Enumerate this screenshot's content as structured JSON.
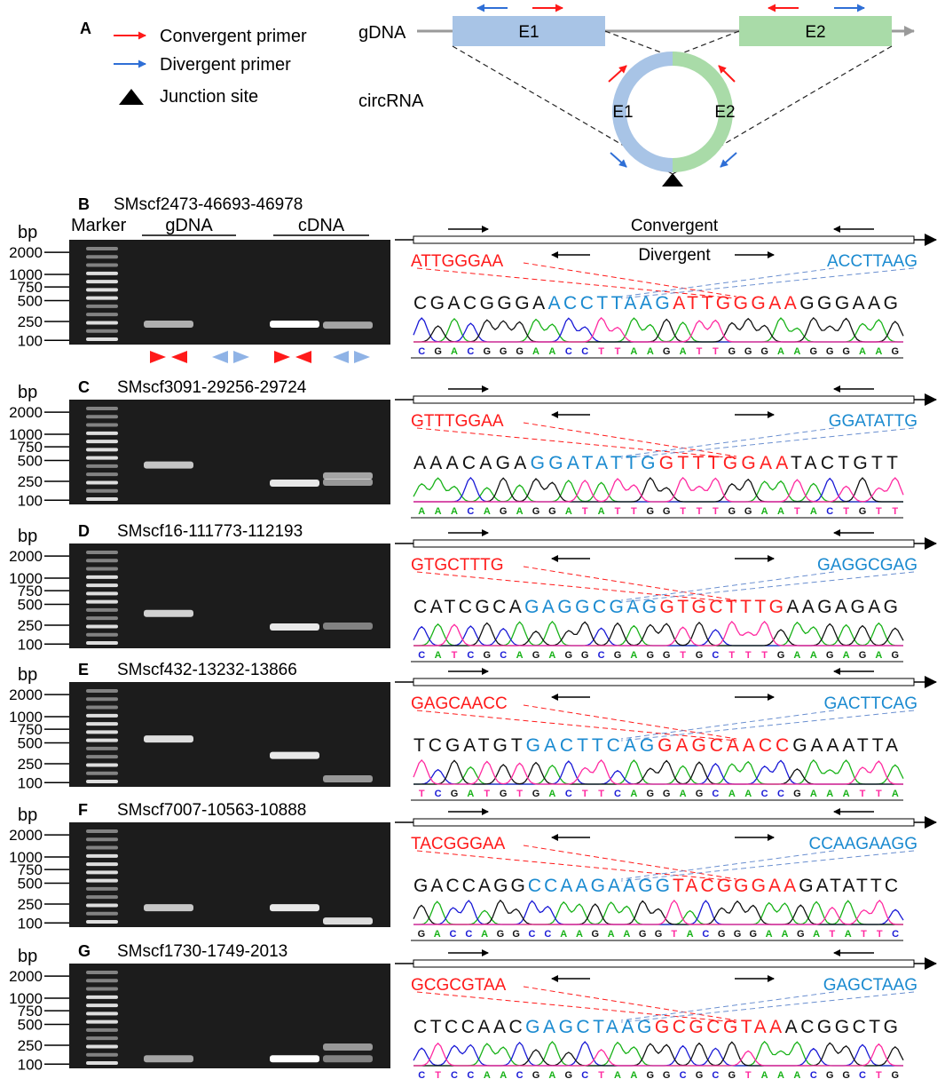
{
  "colors": {
    "convergent": "#ff1a1a",
    "divergent": "#2f6fd6",
    "junction_seq_left": "#1a8ad0",
    "junction_seq_right": "#ff2020",
    "exon1_fill": "#a8c4e6",
    "exon2_fill": "#a9dba8",
    "gel_bg": "#1c1c1c",
    "trace_A": "#18b218",
    "trace_C": "#1a1ad6",
    "trace_G": "#111111",
    "trace_T": "#ff2aa0"
  },
  "panelA": {
    "label": "A",
    "legend": {
      "convergent": "Convergent primer",
      "divergent": "Divergent primer",
      "junction": "Junction site"
    },
    "gdna_label": "gDNA",
    "circrna_label": "circRNA",
    "exon1": "E1",
    "exon2": "E2"
  },
  "shared": {
    "bp_label": "bp",
    "marker_label": "Marker",
    "gdna_label": "gDNA",
    "cdna_label": "cDNA",
    "convergent_label": "Convergent",
    "divergent_label": "Divergent",
    "ladder": [
      "2000",
      "1000",
      "750",
      "500",
      "250",
      "100"
    ]
  },
  "panels": [
    {
      "label": "B",
      "title": "SMscf2473-46693-46978",
      "left_primer": "ATTGGGAA",
      "right_primer": "ACCTTAAG",
      "seq_black_1": "CGACGGGA",
      "seq_blue": "ACCTTAAG",
      "seq_red": "ATTGGGAA",
      "seq_black_2": "GGGAAG",
      "base_calls": "CGACGGGAACCTTAAGATTGGGAAGGGAAG",
      "bands": [
        {
          "lane": "gDNA-convergent",
          "size": 220,
          "intensity": 0.65
        },
        {
          "lane": "cDNA-convergent",
          "size": 220,
          "intensity": 1.0
        },
        {
          "lane": "cDNA-divergent",
          "size": 210,
          "intensity": 0.6
        }
      ]
    },
    {
      "label": "C",
      "title": "SMscf3091-29256-29724",
      "left_primer": "GTTTGGAA",
      "right_primer": "GGATATTG",
      "seq_black_1": "AAACAGA",
      "seq_blue": "GGATATTG",
      "seq_red": "GTTTGGAA",
      "seq_black_2": "TACTGTT",
      "base_calls": "AAACAGAGGATATTGGTTTGGAATACTGTT",
      "bands": [
        {
          "lane": "gDNA-convergent",
          "size": 430,
          "intensity": 0.75
        },
        {
          "lane": "cDNA-convergent",
          "size": 230,
          "intensity": 0.9
        },
        {
          "lane": "cDNA-divergent",
          "size": 300,
          "intensity": 0.6
        },
        {
          "lane": "cDNA-divergent",
          "size": 240,
          "intensity": 0.55
        }
      ]
    },
    {
      "label": "D",
      "title": "SMscf16-111773-112193",
      "left_primer": "GTGCTTTG",
      "right_primer": "GAGGCGAG",
      "seq_black_1": "CATCGCA",
      "seq_blue": "GAGGCGAG",
      "seq_red": "GTGCTTTG",
      "seq_black_2": "AAGAGAG",
      "base_calls": "CATCGCAGAGGCGAGGTGCTTTGAAGAGAG",
      "bands": [
        {
          "lane": "gDNA-convergent",
          "size": 370,
          "intensity": 0.8
        },
        {
          "lane": "cDNA-convergent",
          "size": 230,
          "intensity": 0.9
        },
        {
          "lane": "cDNA-divergent",
          "size": 240,
          "intensity": 0.45
        }
      ]
    },
    {
      "label": "E",
      "title": "SMscf432-13232-13866",
      "left_primer": "GAGCAACC",
      "right_primer": "GACTTCAG",
      "seq_black_1": "TCGATGT",
      "seq_blue": "GACTTCAG",
      "seq_red": "GAGCAACC",
      "seq_black_2": "GAAATTA",
      "base_calls": "TCGATGTGACTTCAGGAGCAACCGAAATTA",
      "bands": [
        {
          "lane": "gDNA-convergent",
          "size": 560,
          "intensity": 0.85
        },
        {
          "lane": "cDNA-convergent",
          "size": 330,
          "intensity": 0.9
        },
        {
          "lane": "cDNA-divergent",
          "size": 120,
          "intensity": 0.55
        }
      ]
    },
    {
      "label": "F",
      "title": "SMscf7007-10563-10888",
      "left_primer": "TACGGGAA",
      "right_primer": "CCAAGAAGG",
      "seq_black_1": "GACCAGG",
      "seq_blue": "CCAAGAAGG",
      "seq_red": "TACGGGAA",
      "seq_black_2": "GATATTC",
      "base_calls": "GACCAGGCCAAGAAGGTACGGGAAGATATTC",
      "bands": [
        {
          "lane": "gDNA-convergent",
          "size": 210,
          "intensity": 0.75
        },
        {
          "lane": "cDNA-convergent",
          "size": 210,
          "intensity": 0.9
        },
        {
          "lane": "cDNA-divergent",
          "size": 110,
          "intensity": 0.85
        }
      ]
    },
    {
      "label": "G",
      "title": "SMscf1730-1749-2013",
      "left_primer": "GCGCGTAA",
      "right_primer": "GAGCTAAG",
      "seq_black_1": "CTCCAAC",
      "seq_blue": "GAGCTAAG",
      "seq_red": "GCGCGTAA",
      "seq_black_2": "ACGGCTG",
      "base_calls": "CTCCAACGAGCTAAGGCGCGTAAACGGCTG",
      "bands": [
        {
          "lane": "gDNA-convergent",
          "size": 130,
          "intensity": 0.6
        },
        {
          "lane": "cDNA-convergent",
          "size": 130,
          "intensity": 1.0
        },
        {
          "lane": "cDNA-divergent",
          "size": 230,
          "intensity": 0.55
        },
        {
          "lane": "cDNA-divergent",
          "size": 130,
          "intensity": 0.45
        }
      ]
    }
  ]
}
